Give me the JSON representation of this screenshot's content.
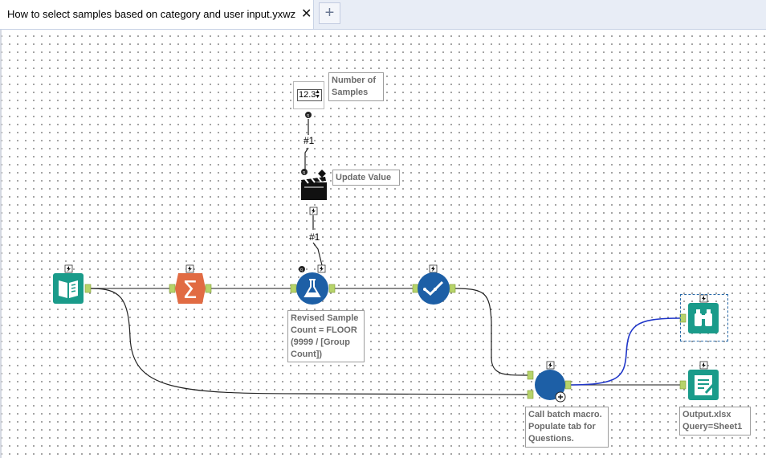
{
  "tab": {
    "title": "How to select samples based on category and user input.yxwz",
    "close_glyph": "✕",
    "add_glyph": "+"
  },
  "numeric_up_down": {
    "value": "12.3"
  },
  "notes": {
    "number_of_samples": "Number of Samples",
    "update_value": "Update Value",
    "formula": "Revised Sample Count = FLOOR (9999 / [Group Count])",
    "batch_macro": "Call batch macro. Populate tab for Questions.",
    "output": "Output.xlsx Query=Sheet1"
  },
  "connection_labels": {
    "first": "#1",
    "second": "#1"
  },
  "tool_icons": [
    "book-input-icon",
    "summarize-icon",
    "formula-icon",
    "select-icon",
    "macro-icon",
    "browse-icon",
    "output-icon",
    "action-icon",
    "numeric-up-down-icon"
  ],
  "colors": {
    "input": "#1a9b8a",
    "summarize": "#e16b43",
    "formula": "#1d5fa6",
    "macro": "#1d5fa6",
    "browse": "#1a9b8a",
    "output": "#1a9b8a",
    "blue_wire": "#1f36c9",
    "anchor": "#b6d36a"
  }
}
